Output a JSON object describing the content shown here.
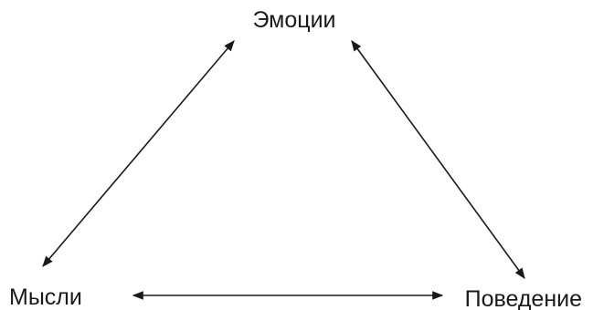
{
  "diagram": {
    "nodes": {
      "emotions": "Эмоции",
      "thoughts": "Мысли",
      "behavior": "Поведение"
    },
    "edges": [
      {
        "from": "thoughts",
        "to": "emotions",
        "bidirectional": true
      },
      {
        "from": "emotions",
        "to": "behavior",
        "bidirectional": true
      },
      {
        "from": "thoughts",
        "to": "behavior",
        "bidirectional": true
      }
    ],
    "colors": {
      "stroke": "#1a1a1a",
      "text": "#1a1a1a",
      "background": "#ffffff"
    }
  }
}
